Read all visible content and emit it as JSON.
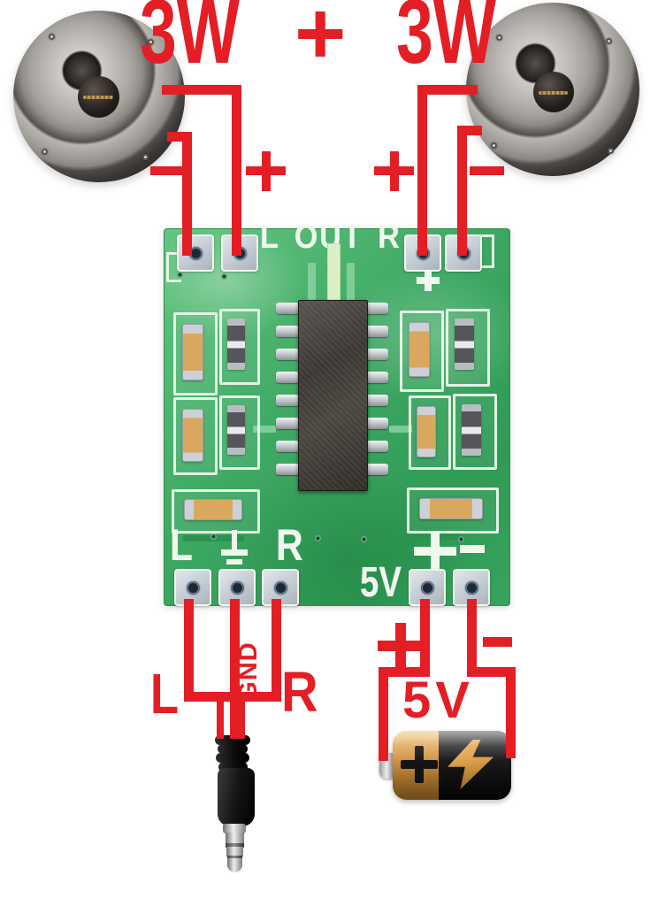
{
  "title": {
    "left_power": "3W",
    "plus": "+",
    "right_power": "3W"
  },
  "board": {
    "out_silkscreen": "L OUT R",
    "in_l": "L",
    "in_gnd_symbol": "⊥",
    "in_r": "R",
    "power_5v": "5V",
    "power_plus": "+",
    "power_minus": "−"
  },
  "wiring": {
    "left_speaker": {
      "minus_label": "−",
      "plus_label": "+"
    },
    "right_speaker": {
      "plus_label": "+",
      "minus_label": "−"
    },
    "audio_input": {
      "l_label": "L",
      "gnd_label": "GND",
      "r_label": "R"
    },
    "power": {
      "plus_label": "+",
      "minus_label": "−",
      "voltage_label": "5V"
    }
  },
  "colors": {
    "wire_red": "#e31e25",
    "pcb_green": "#3da863",
    "silkscreen_white": "#f0f8ee",
    "battery_gold": "#cf9140"
  }
}
